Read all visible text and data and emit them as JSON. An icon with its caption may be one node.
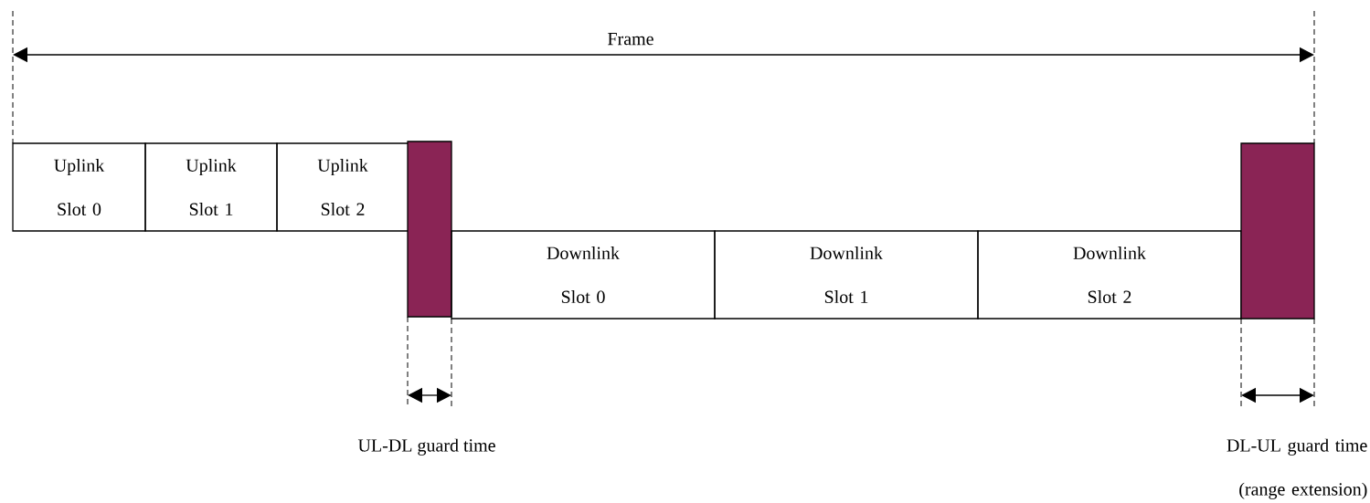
{
  "diagram": {
    "nodes": [
      {
        "text": [
          "Uplink Slot 0"
        ]
      },
      {
        "text": [
          "Uplink Slot 1"
        ]
      },
      {
        "text": [
          "Uplink Slot 2"
        ]
      },
      {
        "text": [],
        "shape": "box"
      },
      {
        "text": [
          "Downlink Slot 0"
        ]
      },
      {
        "text": [
          "Downlink Slot 1"
        ]
      },
      {
        "text": [
          "Downlink Slot 2"
        ]
      },
      {
        "text": [],
        "shape": "box"
      }
    ],
    "labels": [
      "Frame",
      "UL-DL guard time",
      "DL-UL guard time (range extension)"
    ]
  }
}
